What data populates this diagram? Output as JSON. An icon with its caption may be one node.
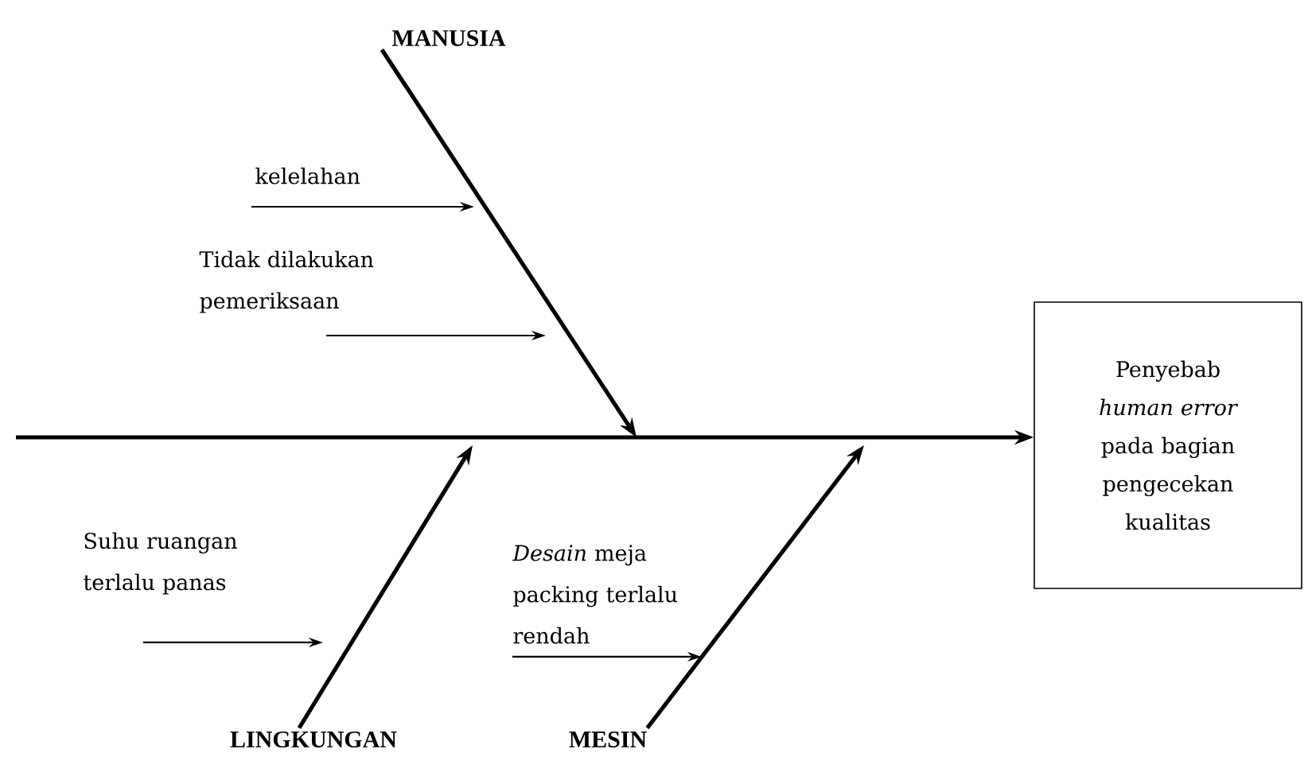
{
  "diagram": {
    "nodes": [
      {
        "text": [
          "MANUSIA"
        ]
      },
      {
        "text": [
          "kelelahan"
        ]
      },
      {
        "text": [
          "Tidak dilakukan pemeriksaan"
        ]
      },
      {
        "text": [
          "Penyebab *human error* pada bagian pengecekan kualitas"
        ]
      },
      {
        "text": [
          "Suhu ruangan terlalu panas"
        ]
      },
      {
        "text": [
          "*Desain* meja packing terlalu rendah"
        ]
      },
      {
        "text": [
          "LINGKUNGAN"
        ]
      },
      {
        "text": [
          "MESIN"
        ]
      }
    ],
    "edges": [
      {
        "from": null,
        "to": 3,
        "arrow": "to",
        "style": "thick"
      },
      {
        "from": 0,
        "to": null,
        "arrow": "to",
        "style": "thick"
      },
      {
        "from": 1,
        "to": null,
        "arrow": "to"
      },
      {
        "from": 2,
        "to": null,
        "arrow": "to"
      },
      {
        "from": 6,
        "to": null,
        "arrow": "to",
        "style": "thick"
      },
      {
        "from": 4,
        "to": null,
        "arrow": "to"
      },
      {
        "from": 7,
        "to": null,
        "arrow": "to",
        "style": "thick"
      },
      {
        "from": 5,
        "to": null,
        "arrow": "to"
      }
    ]
  }
}
